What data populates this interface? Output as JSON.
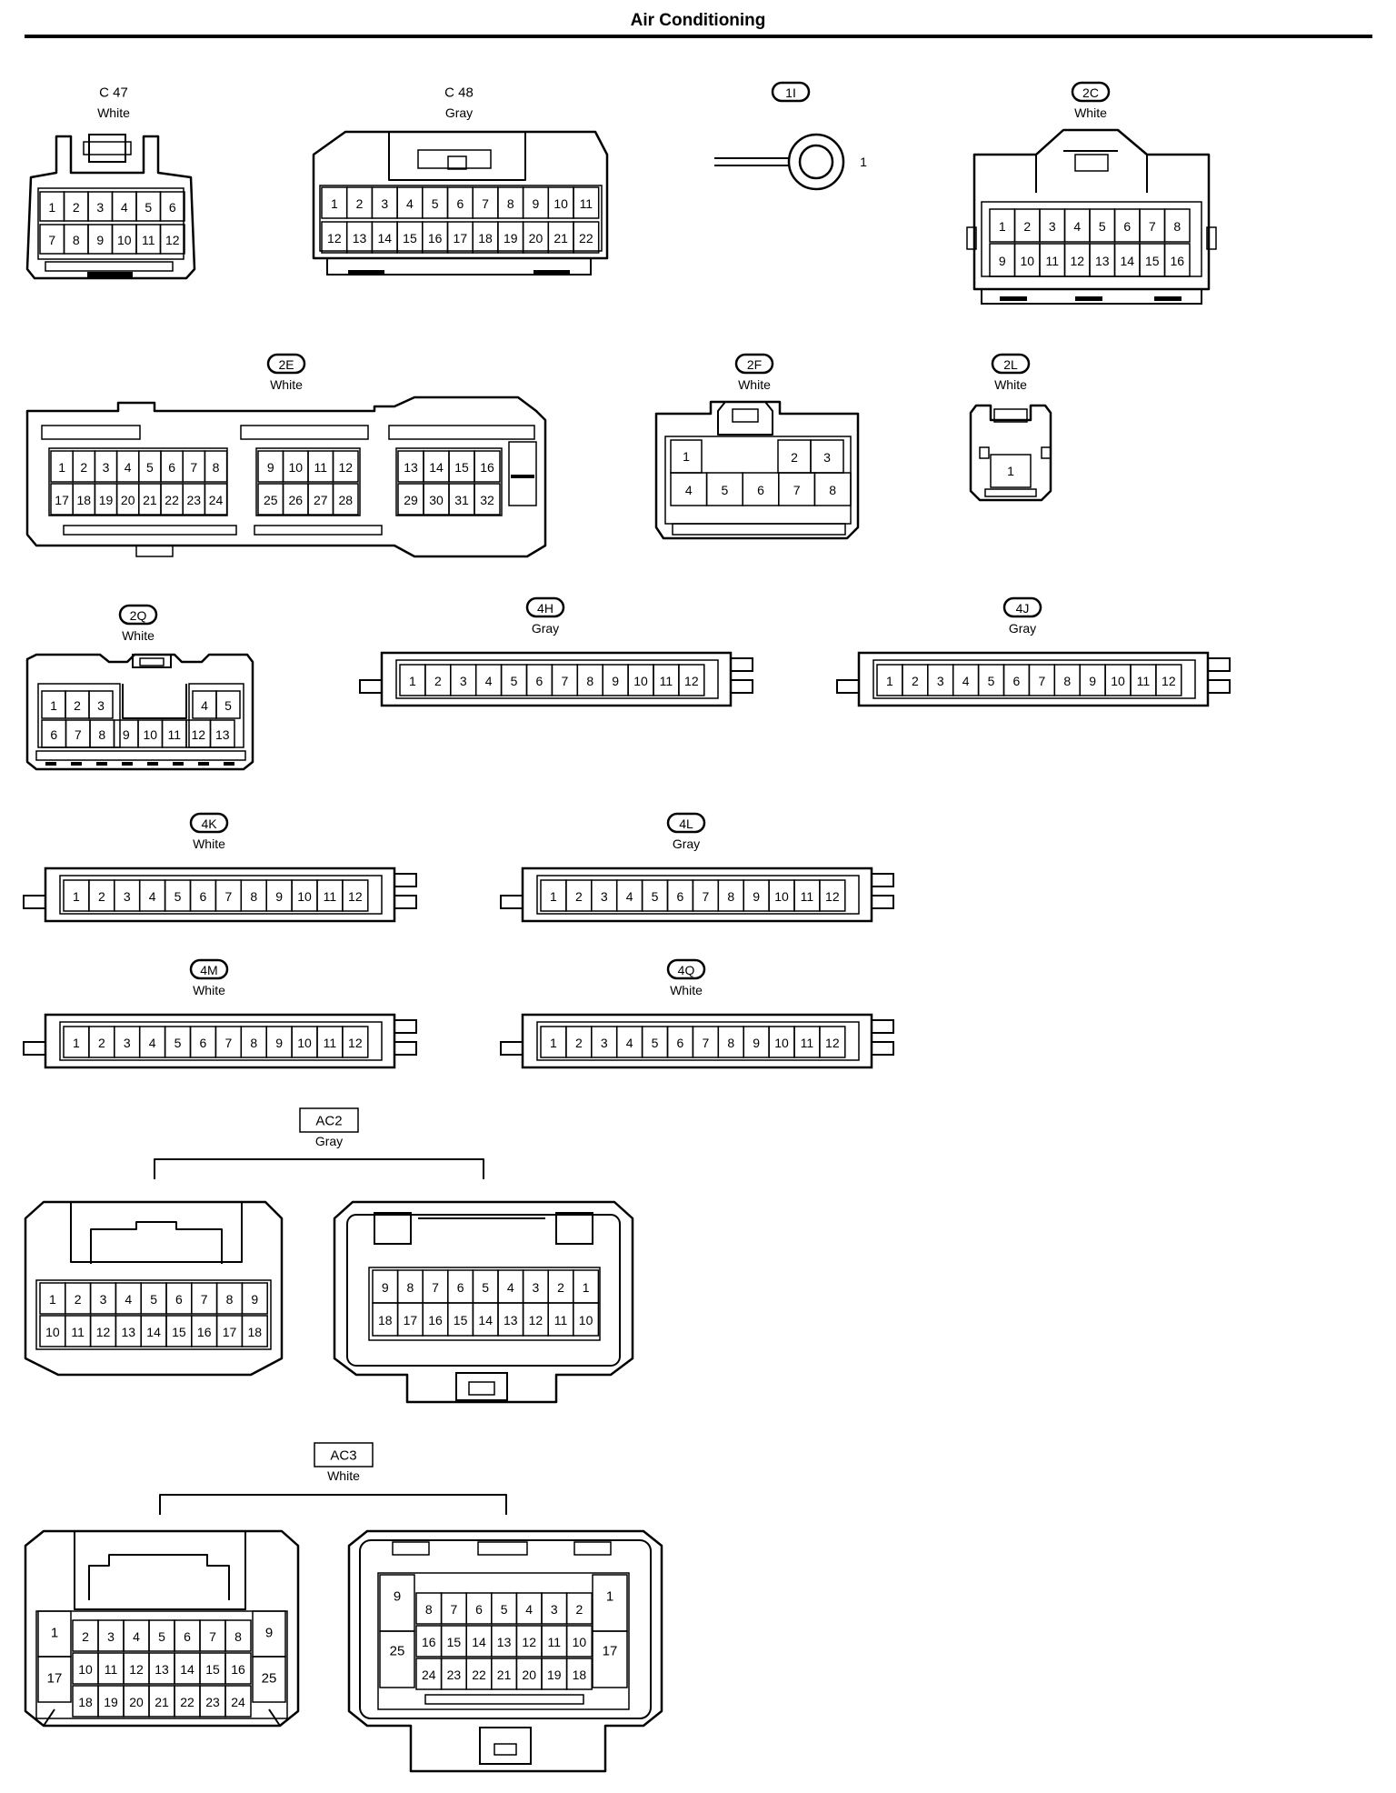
{
  "title": "Air Conditioning",
  "connectors": [
    {
      "key": "c47",
      "id": "C 47",
      "color": "White",
      "badge": "plain",
      "pins": [
        [
          "1",
          "2",
          "3",
          "4",
          "5",
          "6"
        ],
        [
          "7",
          "8",
          "9",
          "10",
          "11",
          "12"
        ]
      ]
    },
    {
      "key": "c48",
      "id": "C 48",
      "color": "Gray",
      "badge": "plain",
      "pins": [
        [
          "1",
          "2",
          "3",
          "4",
          "5",
          "6",
          "7",
          "8",
          "9",
          "10",
          "11"
        ],
        [
          "12",
          "13",
          "14",
          "15",
          "16",
          "17",
          "18",
          "19",
          "20",
          "21",
          "22"
        ]
      ]
    },
    {
      "key": "1i",
      "id": "1I",
      "color": "",
      "badge": "oval",
      "pins": [
        [
          "1"
        ]
      ]
    },
    {
      "key": "2c",
      "id": "2C",
      "color": "White",
      "badge": "oval",
      "pins": [
        [
          "1",
          "2",
          "3",
          "4",
          "5",
          "6",
          "7",
          "8"
        ],
        [
          "9",
          "10",
          "11",
          "12",
          "13",
          "14",
          "15",
          "16"
        ]
      ]
    },
    {
      "key": "2e",
      "id": "2E",
      "color": "White",
      "badge": "oval",
      "pins": [
        [
          "1",
          "2",
          "3",
          "4",
          "5",
          "6",
          "7",
          "8",
          "9",
          "10",
          "11",
          "12",
          "13",
          "14",
          "15",
          "16"
        ],
        [
          "17",
          "18",
          "19",
          "20",
          "21",
          "22",
          "23",
          "24",
          "25",
          "26",
          "27",
          "28",
          "29",
          "30",
          "31",
          "32"
        ]
      ]
    },
    {
      "key": "2f",
      "id": "2F",
      "color": "White",
      "badge": "oval",
      "pins": [
        [
          "1",
          "2",
          "3"
        ],
        [
          "4",
          "5",
          "6",
          "7",
          "8"
        ]
      ]
    },
    {
      "key": "2l",
      "id": "2L",
      "color": "White",
      "badge": "oval",
      "pins": [
        [
          "1"
        ]
      ]
    },
    {
      "key": "2q",
      "id": "2Q",
      "color": "White",
      "badge": "oval",
      "pins": [
        [
          "1",
          "2",
          "3",
          "4",
          "5"
        ],
        [
          "6",
          "7",
          "8",
          "9",
          "10",
          "11",
          "12",
          "13"
        ]
      ]
    },
    {
      "key": "4h",
      "id": "4H",
      "color": "Gray",
      "badge": "oval",
      "pins": [
        [
          "1",
          "2",
          "3",
          "4",
          "5",
          "6",
          "7",
          "8",
          "9",
          "10",
          "11",
          "12"
        ]
      ]
    },
    {
      "key": "4j",
      "id": "4J",
      "color": "Gray",
      "badge": "oval",
      "pins": [
        [
          "1",
          "2",
          "3",
          "4",
          "5",
          "6",
          "7",
          "8",
          "9",
          "10",
          "11",
          "12"
        ]
      ]
    },
    {
      "key": "4k",
      "id": "4K",
      "color": "White",
      "badge": "oval",
      "pins": [
        [
          "1",
          "2",
          "3",
          "4",
          "5",
          "6",
          "7",
          "8",
          "9",
          "10",
          "11",
          "12"
        ]
      ]
    },
    {
      "key": "4l",
      "id": "4L",
      "color": "Gray",
      "badge": "oval",
      "pins": [
        [
          "1",
          "2",
          "3",
          "4",
          "5",
          "6",
          "7",
          "8",
          "9",
          "10",
          "11",
          "12"
        ]
      ]
    },
    {
      "key": "4m",
      "id": "4M",
      "color": "White",
      "badge": "oval",
      "pins": [
        [
          "1",
          "2",
          "3",
          "4",
          "5",
          "6",
          "7",
          "8",
          "9",
          "10",
          "11",
          "12"
        ]
      ]
    },
    {
      "key": "4q",
      "id": "4Q",
      "color": "White",
      "badge": "oval",
      "pins": [
        [
          "1",
          "2",
          "3",
          "4",
          "5",
          "6",
          "7",
          "8",
          "9",
          "10",
          "11",
          "12"
        ]
      ]
    },
    {
      "key": "ac2",
      "id": "AC2",
      "color": "Gray",
      "badge": "box",
      "sides": [
        {
          "pins": [
            [
              "1",
              "2",
              "3",
              "4",
              "5",
              "6",
              "7",
              "8",
              "9"
            ],
            [
              "10",
              "11",
              "12",
              "13",
              "14",
              "15",
              "16",
              "17",
              "18"
            ]
          ]
        },
        {
          "pins": [
            [
              "9",
              "8",
              "7",
              "6",
              "5",
              "4",
              "3",
              "2",
              "1"
            ],
            [
              "18",
              "17",
              "16",
              "15",
              "14",
              "13",
              "12",
              "11",
              "10"
            ]
          ]
        }
      ]
    },
    {
      "key": "ac3",
      "id": "AC3",
      "color": "White",
      "badge": "box",
      "sides": [
        {
          "left": [
            "1",
            "17"
          ],
          "right": [
            "9",
            "25"
          ],
          "pins": [
            [
              "2",
              "3",
              "4",
              "5",
              "6",
              "7",
              "8"
            ],
            [
              "10",
              "11",
              "12",
              "13",
              "14",
              "15",
              "16"
            ],
            [
              "18",
              "19",
              "20",
              "21",
              "22",
              "23",
              "24"
            ]
          ]
        },
        {
          "left": [
            "9",
            "25"
          ],
          "right": [
            "1",
            "17"
          ],
          "pins": [
            [
              "8",
              "7",
              "6",
              "5",
              "4",
              "3",
              "2"
            ],
            [
              "16",
              "15",
              "14",
              "13",
              "12",
              "11",
              "10"
            ],
            [
              "24",
              "23",
              "22",
              "21",
              "20",
              "19",
              "18"
            ]
          ]
        }
      ]
    }
  ]
}
